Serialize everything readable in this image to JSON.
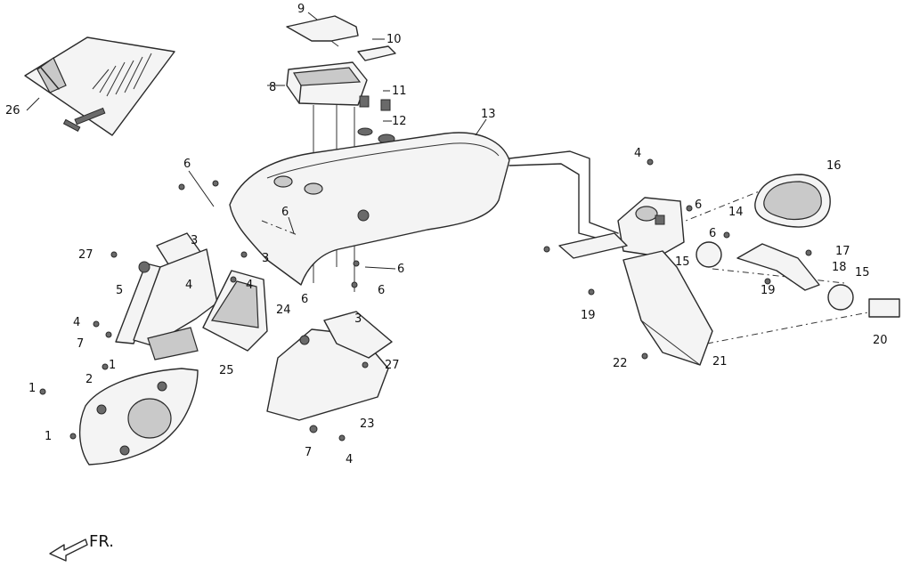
{
  "diagram": {
    "front_label": "FR.",
    "callouts": [
      "1",
      "1",
      "1",
      "2",
      "3",
      "3",
      "3",
      "4",
      "4",
      "4",
      "4",
      "4",
      "5",
      "6",
      "6",
      "6",
      "6",
      "6",
      "6",
      "6",
      "7",
      "7",
      "8",
      "9",
      "10",
      "11",
      "12",
      "13",
      "14",
      "15",
      "15",
      "16",
      "17",
      "18",
      "19",
      "19",
      "20",
      "21",
      "22",
      "23",
      "24",
      "25",
      "26",
      "27",
      "27"
    ]
  }
}
